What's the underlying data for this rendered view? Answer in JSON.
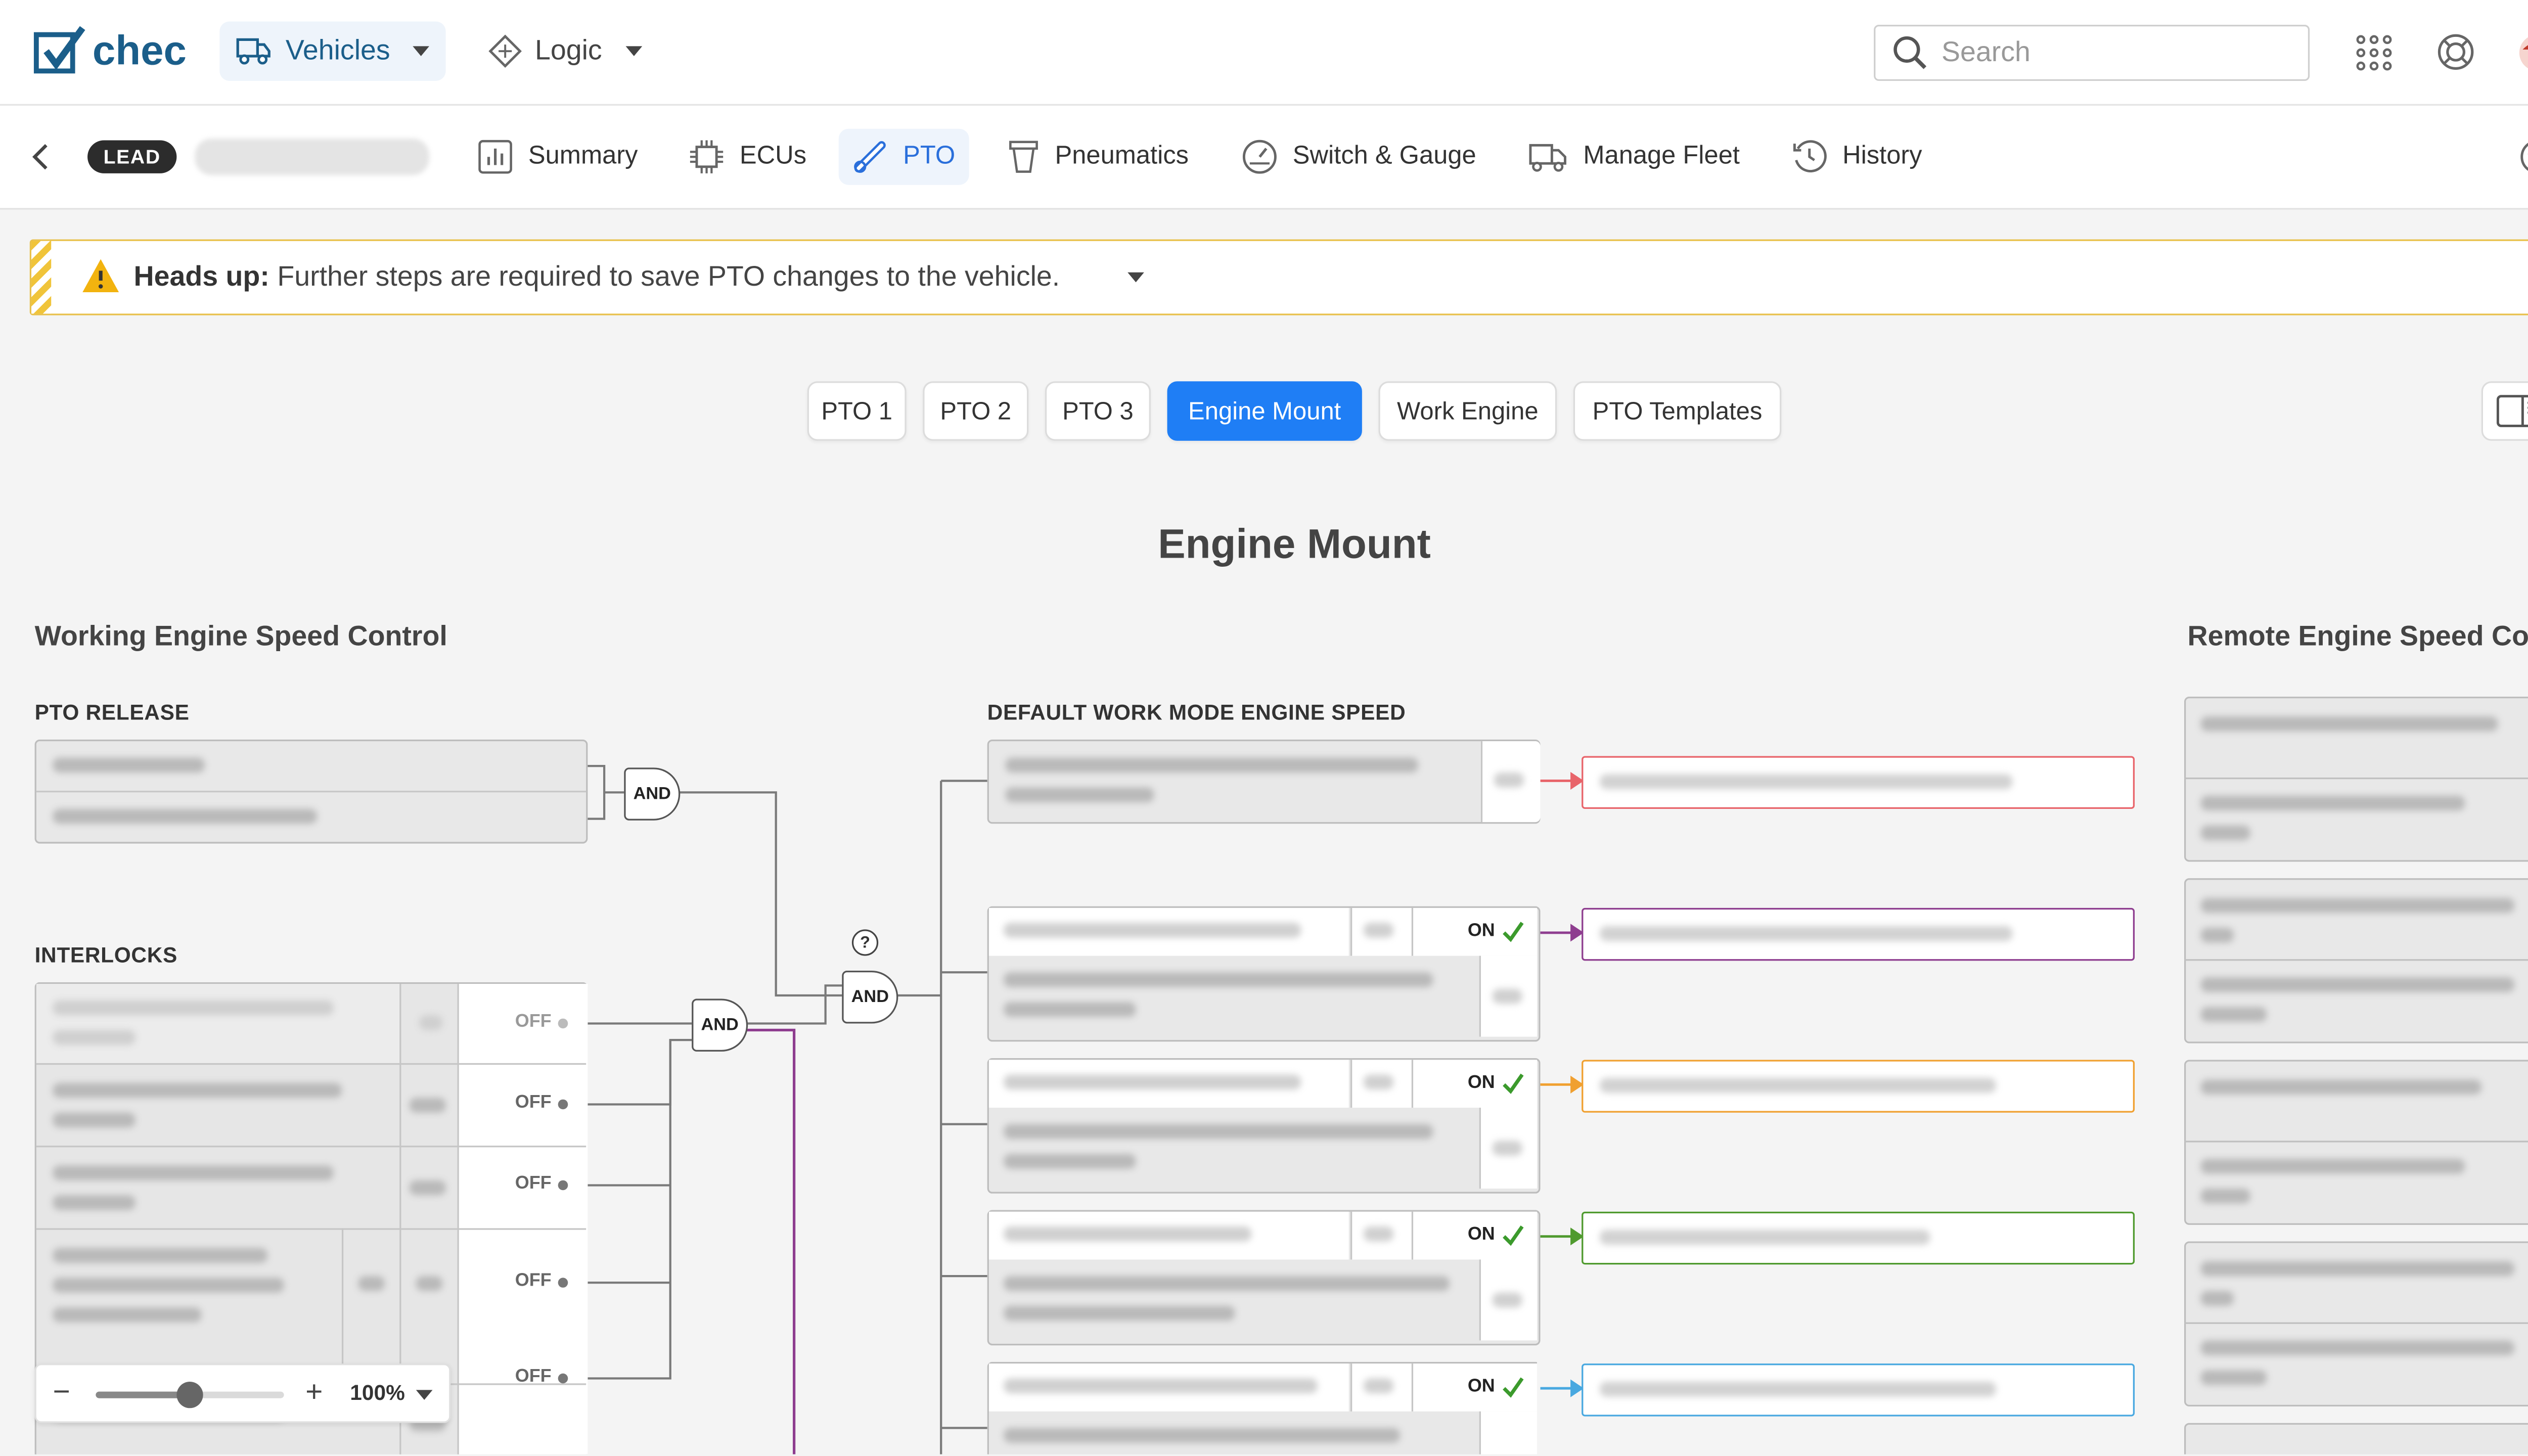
{
  "app": {
    "logo": "chec"
  },
  "nav": {
    "vehicles": "Vehicles",
    "logic": "Logic"
  },
  "search": {
    "placeholder": "Search"
  },
  "subnav": {
    "badge": "LEAD",
    "tabs": [
      {
        "label": "Summary",
        "icon": "bar-chart-icon"
      },
      {
        "label": "ECUs",
        "icon": "chip-icon"
      },
      {
        "label": "PTO",
        "icon": "pto-icon"
      },
      {
        "label": "Pneumatics",
        "icon": "cylinder-icon"
      },
      {
        "label": "Switch & Gauge",
        "icon": "gauge-icon"
      },
      {
        "label": "Manage Fleet",
        "icon": "truck-icon"
      },
      {
        "label": "History",
        "icon": "history-icon"
      }
    ]
  },
  "alert": {
    "bold": "Heads up:",
    "text": "Further steps are required to save PTO changes to the vehicle."
  },
  "pto_tabs": [
    "PTO 1",
    "PTO 2",
    "PTO 3",
    "Engine Mount",
    "Work Engine",
    "PTO Templates"
  ],
  "page": {
    "title": "Engine Mount",
    "left_section": "Working Engine Speed Control",
    "right_section": "Remote Engine Speed Contro",
    "pto_release": "PTO RELEASE",
    "interlocks": "INTERLOCKS",
    "default_mode": "DEFAULT WORK MODE ENGINE SPEED"
  },
  "gates": {
    "and": "AND",
    "help": "?"
  },
  "states": {
    "on": "ON",
    "off": "OFF"
  },
  "colors": {
    "accent": "#1f7ef5",
    "red": "#e8646a",
    "purple": "#8e3d8f",
    "orange": "#f0a030",
    "green": "#4f9a2e",
    "blue": "#48a8e0"
  },
  "zoom": {
    "value": "100%",
    "minus": "−",
    "plus": "+",
    "level": 0.5
  }
}
